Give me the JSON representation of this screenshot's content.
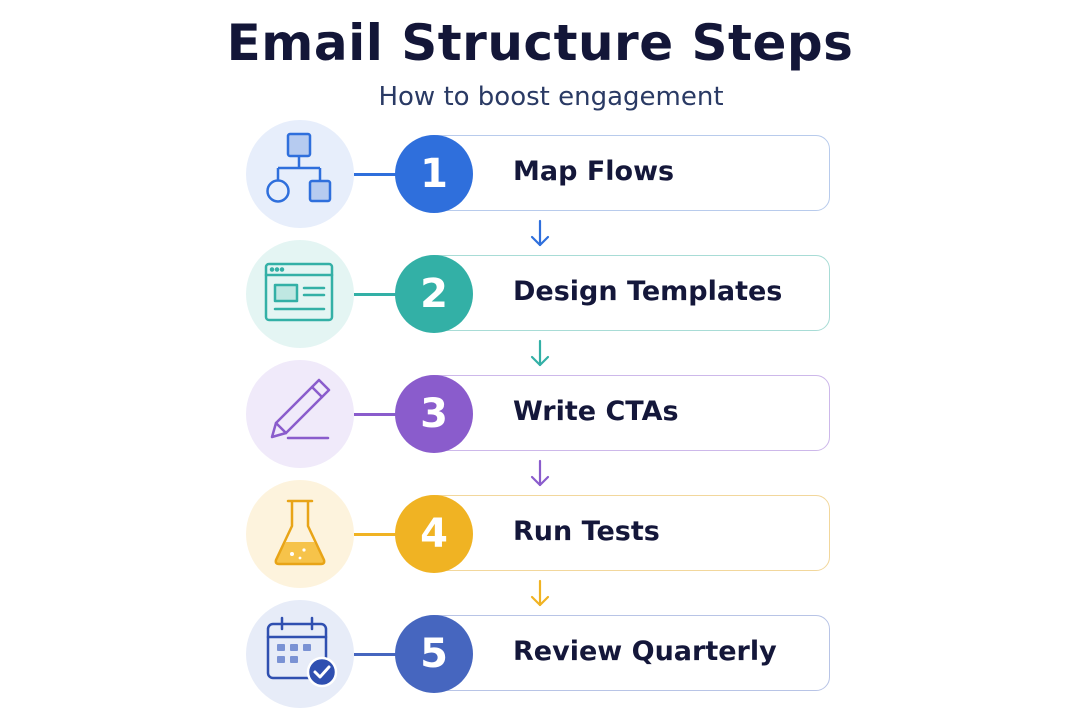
{
  "title": "Email Structure Steps",
  "subtitle": "How to boost engagement",
  "steps": [
    {
      "number": "1",
      "label": "Map Flows",
      "icon": "flowchart-icon",
      "color": "#2f6fdc",
      "light": "#e7eefb",
      "border": "#b8cbec"
    },
    {
      "number": "2",
      "label": "Design Templates",
      "icon": "template-window-icon",
      "color": "#33b0a6",
      "light": "#e4f5f3",
      "border": "#a8dcd6"
    },
    {
      "number": "3",
      "label": "Write CTAs",
      "icon": "pencil-icon",
      "color": "#8a5ccc",
      "light": "#f0eafa",
      "border": "#cdb8ea"
    },
    {
      "number": "4",
      "label": "Run Tests",
      "icon": "flask-icon",
      "color": "#f0b323",
      "light": "#fdf3dd",
      "border": "#f2d79c"
    },
    {
      "number": "5",
      "label": "Review Quarterly",
      "icon": "calendar-check-icon",
      "color": "#4666bf",
      "light": "#e7ecf8",
      "border": "#b8c4e6"
    }
  ]
}
